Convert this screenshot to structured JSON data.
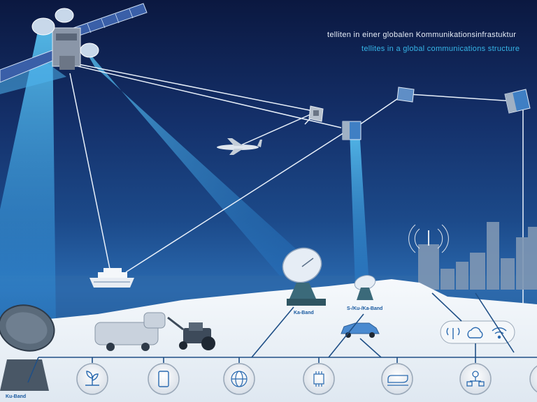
{
  "header": {
    "title_de": "telliten in einer globalen Kommunikationsinfrastuktur",
    "title_en": "tellites in a global communications structure"
  },
  "bands": {
    "ka": "Ka-Band",
    "s_ku_ka": "S-/Ku-/Ka-Band",
    "ku": "Ku-Band"
  },
  "colors": {
    "sky_top": "#0b1840",
    "sky_bottom": "#1f5a9c",
    "beam": "#4fc3f7",
    "link_line": "#e8f0fa",
    "ground": "#eef3f8",
    "band_label": "#1a5aa0",
    "node_ring": "#9aa8b8"
  },
  "icons": {
    "nodes": [
      "plant-icon",
      "tablet-icon",
      "globe-icon",
      "chip-icon",
      "train-icon",
      "network-icon"
    ],
    "connectivity": [
      "cellular-tower-icon",
      "cloud-icon",
      "wifi-icon"
    ]
  }
}
